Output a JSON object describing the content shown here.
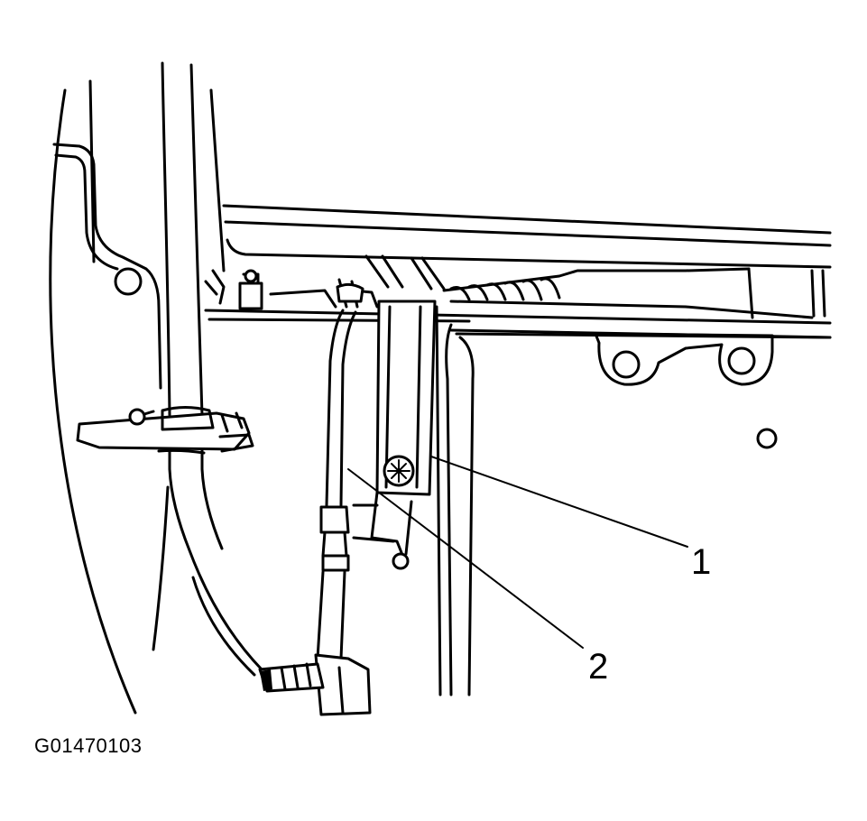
{
  "figure": {
    "id": "G01470103"
  },
  "callouts": [
    {
      "number": "1"
    },
    {
      "number": "2"
    }
  ]
}
